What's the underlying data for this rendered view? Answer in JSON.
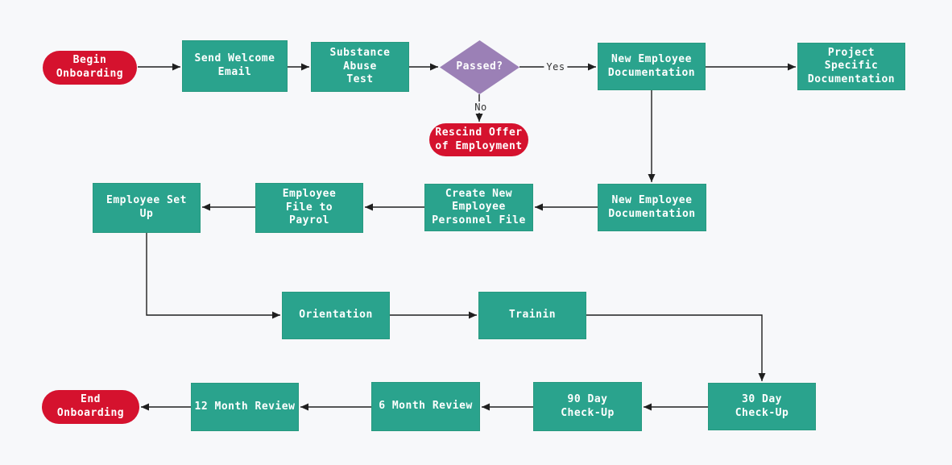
{
  "colors": {
    "background": "#f7f8fa",
    "process_fill": "#2aa38d",
    "terminator_fill": "#d5122e",
    "decision_fill": "#9b80b6",
    "node_text": "#ffffff",
    "connector": "#1f1f1f",
    "edge_label_text": "#333333"
  },
  "nodes": {
    "begin_onboarding": {
      "label": "Begin\nOnboarding",
      "shape": "terminator"
    },
    "send_welcome_email": {
      "label": "Send Welcome\nEmail",
      "shape": "process"
    },
    "substance_abuse_test": {
      "label": "Substance\nAbuse\nTest",
      "shape": "process"
    },
    "passed": {
      "label": "Passed?",
      "shape": "decision"
    },
    "new_employee_documentation_top": {
      "label": "New Employee\nDocumentation",
      "shape": "process"
    },
    "project_specific_documentation": {
      "label": "Project\nSpecific\nDocumentation",
      "shape": "process"
    },
    "rescind_offer_of_employment": {
      "label": "Rescind Offer\nof Employment",
      "shape": "terminator"
    },
    "new_employee_documentation_mid": {
      "label": "New Employee\nDocumentation",
      "shape": "process"
    },
    "create_new_employee_personnel_file": {
      "label": "Create New\nEmployee\nPersonnel File",
      "shape": "process"
    },
    "employee_file_to_payrol": {
      "label": "Employee\nFile to\nPayrol",
      "shape": "process"
    },
    "employee_set_up": {
      "label": "Employee Set\nUp",
      "shape": "process"
    },
    "orientation": {
      "label": "Orientation",
      "shape": "process"
    },
    "trainin": {
      "label": "Trainin",
      "shape": "process"
    },
    "thirty_day_check_up": {
      "label": "30 Day\nCheck-Up",
      "shape": "process"
    },
    "ninety_day_check_up": {
      "label": "90 Day\nCheck-Up",
      "shape": "process"
    },
    "six_month_review": {
      "label": "6 Month Review",
      "shape": "process"
    },
    "twelve_month_review": {
      "label": "12 Month Review",
      "shape": "process"
    },
    "end_onboarding": {
      "label": "End\nOnboarding",
      "shape": "terminator"
    }
  },
  "edge_labels": {
    "yes": "Yes",
    "no": "No"
  }
}
